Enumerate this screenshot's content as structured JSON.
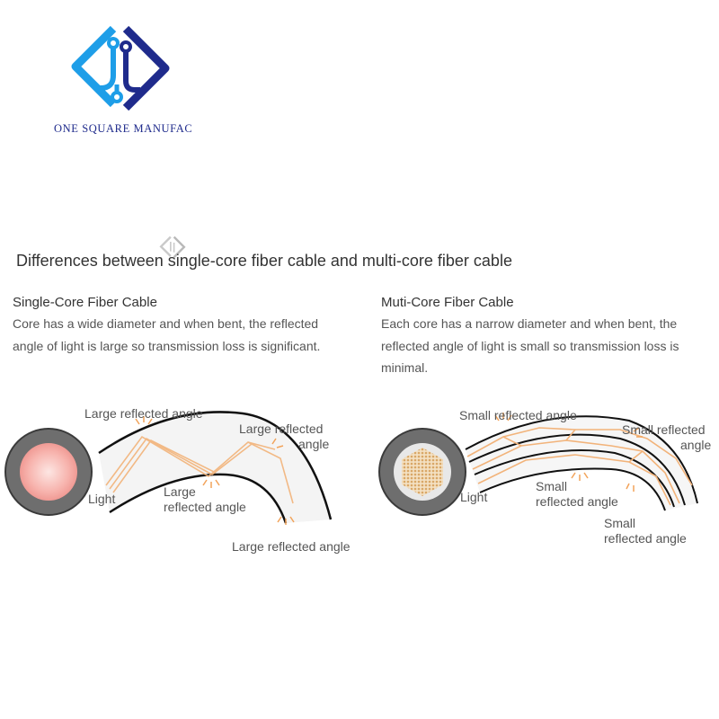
{
  "brand": {
    "name": "ONE SQUARE MANUFAC",
    "logo_icon": "circuit-diamond-logo",
    "colors": {
      "primary": "#1f2b8c",
      "accent": "#1e9ee8"
    }
  },
  "title": "Differences between single-core fiber cable and multi-core fiber cable",
  "single_core": {
    "heading": "Single-Core Fiber Cable",
    "description": "Core has a wide diameter and when bent, the reflected angle of light is large so transmission loss is significant.",
    "labels": {
      "top": "Large reflected angle",
      "right_line1": "Large reflected",
      "right_line2": "angle",
      "middle_line1": "Large",
      "middle_line2": "reflected angle",
      "bottom": "Large reflected angle",
      "light": "Light"
    }
  },
  "multi_core": {
    "heading": "Muti-Core Fiber Cable",
    "description": "Each core has a narrow diameter and when bent, the reflected angle of light is small so transmission loss is minimal.",
    "labels": {
      "top": "Small reflected angle",
      "right_line1": "Small reflected",
      "right_line2": "angle",
      "middle_line1": "Small",
      "middle_line2": "reflected angle",
      "bottom_line1": "Small",
      "bottom_line2": "reflected angle",
      "light": "Light"
    }
  },
  "colors": {
    "light_ray": "#f2b37a",
    "cladding": "#6e6e6e",
    "single_core": "#f7b3ad",
    "multi_core": "#e9c79a"
  }
}
